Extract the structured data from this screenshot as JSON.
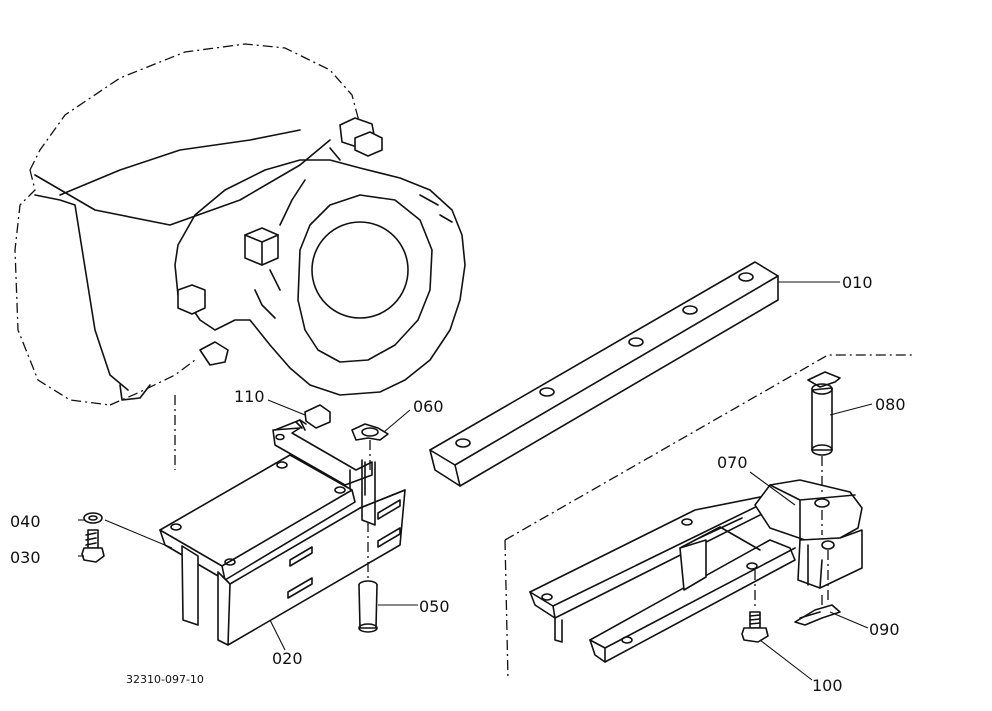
{
  "diagram": {
    "parts": {
      "p010": "010",
      "p020": "020",
      "p030": "030",
      "p040": "040",
      "p050": "050",
      "p060": "060",
      "p070": "070",
      "p080": "080",
      "p090": "090",
      "p100": "100",
      "p110": "110"
    },
    "drawing_code": "32310-097-10"
  }
}
